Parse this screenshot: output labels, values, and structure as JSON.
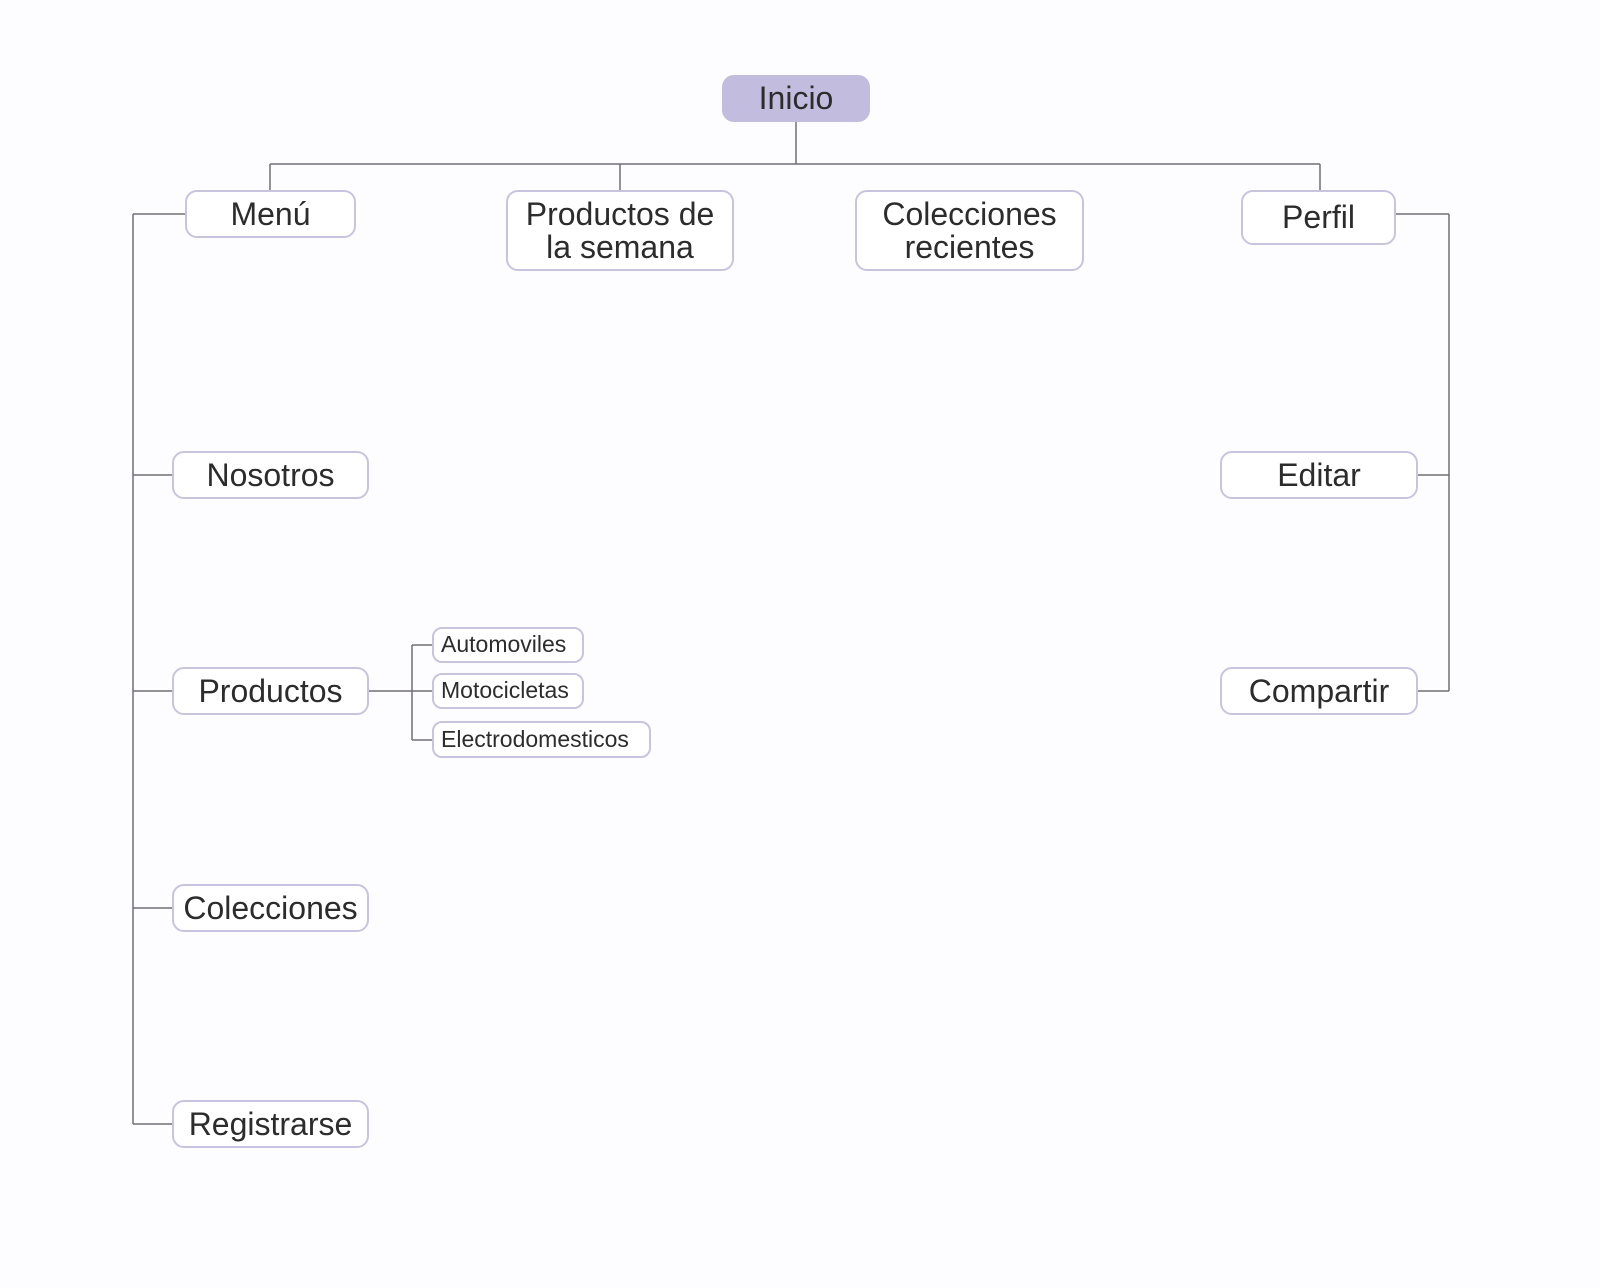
{
  "colors": {
    "root_fill": "#c2bcdf",
    "node_border": "#c9c4dd",
    "node_fill": "#ffffff",
    "connector": "#6f6f76",
    "text": "#2c2c2c"
  },
  "tree": {
    "root": {
      "label": "Inicio"
    },
    "level1": [
      {
        "label": "Menú"
      },
      {
        "label": "Productos de la semana"
      },
      {
        "label": "Colecciones recientes"
      },
      {
        "label": "Perfil"
      }
    ],
    "menu_children": [
      {
        "label": "Nosotros"
      },
      {
        "label": "Productos"
      },
      {
        "label": "Colecciones"
      },
      {
        "label": "Registrarse"
      }
    ],
    "productos_children": [
      {
        "label": "Automoviles"
      },
      {
        "label": "Motocicletas"
      },
      {
        "label": "Electrodomesticos"
      }
    ],
    "perfil_children": [
      {
        "label": "Editar"
      },
      {
        "label": "Compartir"
      }
    ]
  }
}
